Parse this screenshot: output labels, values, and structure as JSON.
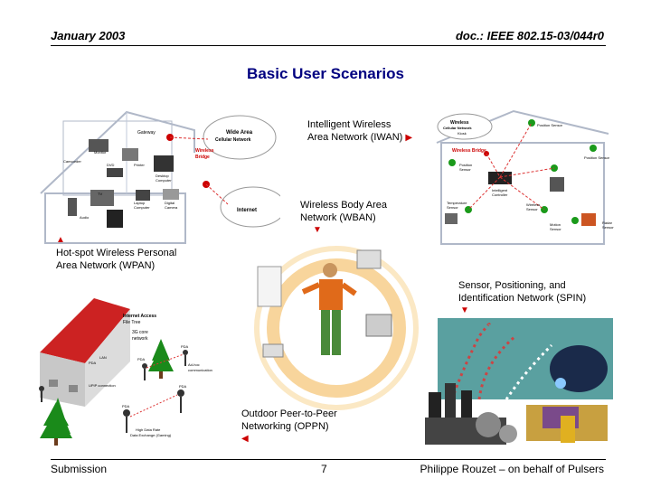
{
  "header": {
    "date": "January 2003",
    "doc": "doc.: IEEE 802.15-03/044r0"
  },
  "title": "Basic User Scenarios",
  "captions": {
    "iwan": [
      "Intelligent Wireless",
      "Area Network (IWAN)"
    ],
    "wban": [
      "Wireless Body Area",
      "Network (WBAN)"
    ],
    "wpan": [
      "Hot-spot Wireless Personal",
      "Area Network (WPAN)"
    ],
    "spin": [
      "Sensor, Positioning, and",
      "Identification Network (SPIN)"
    ],
    "oppn": [
      "Outdoor Peer-to-Peer",
      "Networking (OPPN)"
    ]
  },
  "house_left": {
    "labels": [
      "Gateway",
      "Wide Area",
      "Cellular Network",
      "Wireless",
      "Bridge",
      "Monitor",
      "Camcorder",
      "DVD",
      "Printer",
      "Desktop",
      "Computer",
      "TV",
      "Laptop",
      "Computer",
      "Digital",
      "Camera",
      "Internet",
      "Audio"
    ]
  },
  "house_right": {
    "labels": [
      "Wireless",
      "Cellular Network",
      "Kiosk",
      "Position Sensor",
      "Wireless Bridge",
      "Position",
      "Sensor",
      "Position Sensor",
      "Intelligent",
      "Controller",
      "Temperature",
      "Sensor",
      "Wireless",
      "Sensor",
      "Motion",
      "Sensor",
      "Radar",
      "Sensor"
    ]
  },
  "hotspot": {
    "labels": [
      "Internet Access",
      "File Tree",
      "3G core",
      "network",
      "LAN",
      "PDA",
      "UPIP connection"
    ]
  },
  "outdoor": {
    "labels": [
      "PDA",
      "PDA",
      "Ad-hoc",
      "communication",
      "PDA",
      "PDA",
      "High Data Rate",
      "Data Exchange (Gaming)"
    ]
  },
  "footer": {
    "left": "Submission",
    "page": "7",
    "right": "Philippe Rouzet – on behalf of  Pulsers"
  },
  "colors": {
    "title": "#000080",
    "marker": "#cc0000",
    "roof": "#cc2222",
    "tree": "#1a8a1a",
    "spin_sky": "#5aa0a0"
  }
}
